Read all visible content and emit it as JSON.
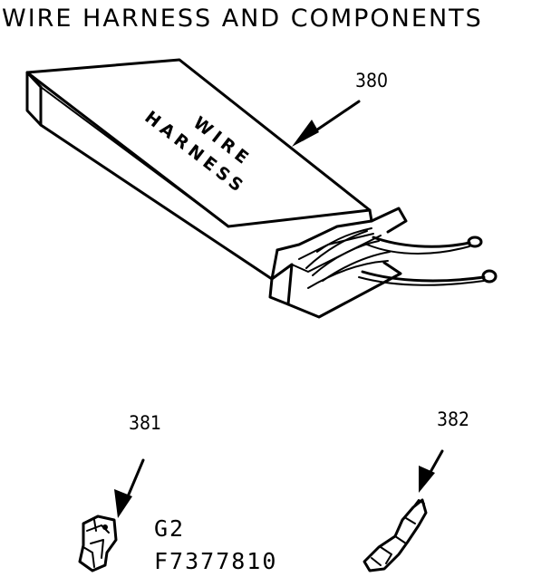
{
  "title": "WIRE HARNESS AND COMPONENTS",
  "box_label": {
    "line1": "WIRE",
    "line2": "HARNESS"
  },
  "parts": [
    {
      "id": "380"
    },
    {
      "id": "381"
    },
    {
      "id": "382"
    }
  ],
  "code": {
    "line1": "G2",
    "line2": "F7377810"
  }
}
